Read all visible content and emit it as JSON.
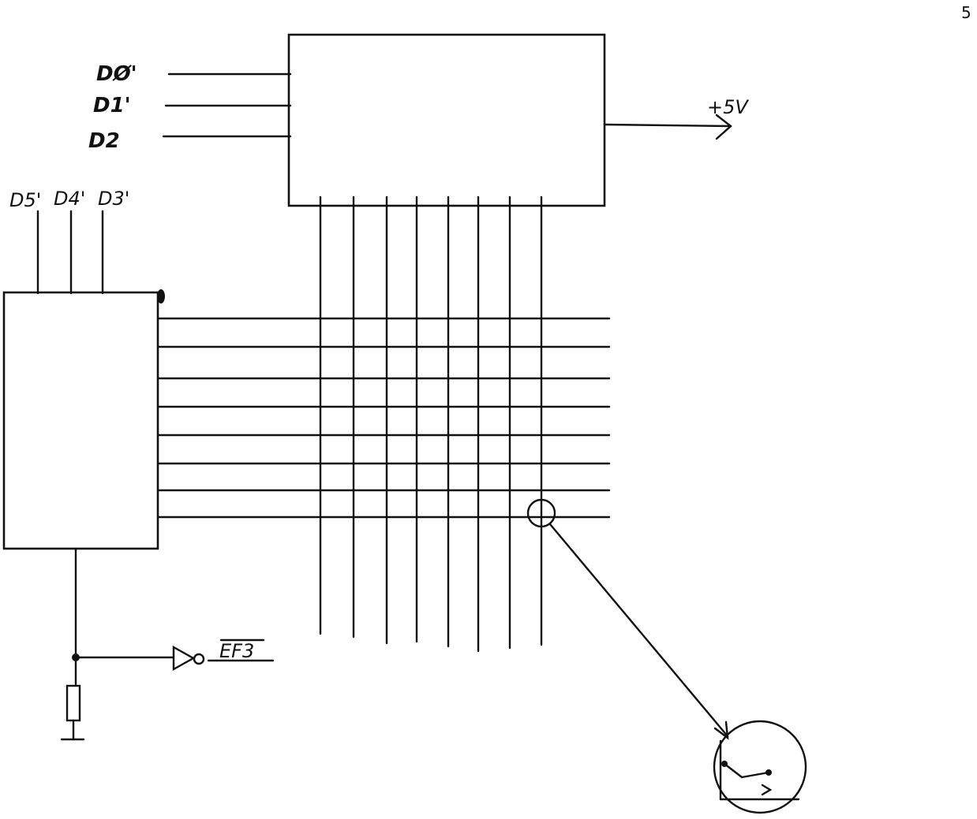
{
  "page_number": "5",
  "labels": {
    "top_inputs": [
      "DØ'",
      "D1'",
      "D2"
    ],
    "left_inputs": [
      "D5'",
      "D4'",
      "D3'"
    ],
    "supply": "+5V",
    "flag": "EF3"
  },
  "matrix": {
    "columns": 8,
    "rows": 8
  }
}
